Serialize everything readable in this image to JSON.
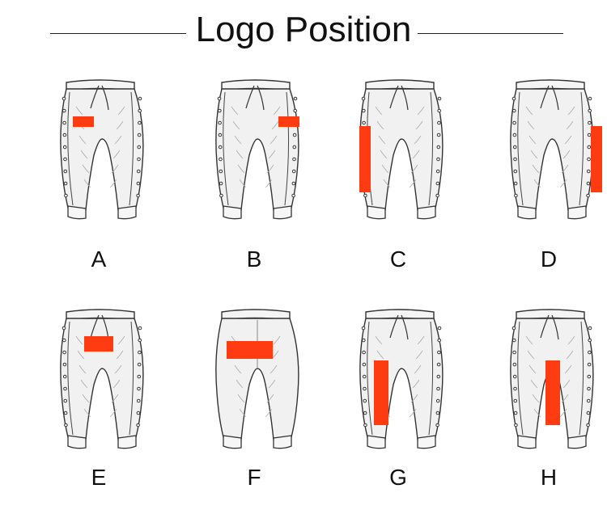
{
  "header": {
    "title": "Logo Position"
  },
  "accent_color": "#ff3b12",
  "items": [
    {
      "label": "A",
      "view": "front",
      "placement": "left-chest"
    },
    {
      "label": "B",
      "view": "front",
      "placement": "right-chest"
    },
    {
      "label": "C",
      "view": "front",
      "placement": "left-side-stripe"
    },
    {
      "label": "D",
      "view": "front",
      "placement": "right-side-stripe"
    },
    {
      "label": "E",
      "view": "front",
      "placement": "front-center"
    },
    {
      "label": "F",
      "view": "back",
      "placement": "back-center"
    },
    {
      "label": "G",
      "view": "front",
      "placement": "left-leg-vertical"
    },
    {
      "label": "H",
      "view": "front",
      "placement": "right-leg-vertical"
    }
  ]
}
